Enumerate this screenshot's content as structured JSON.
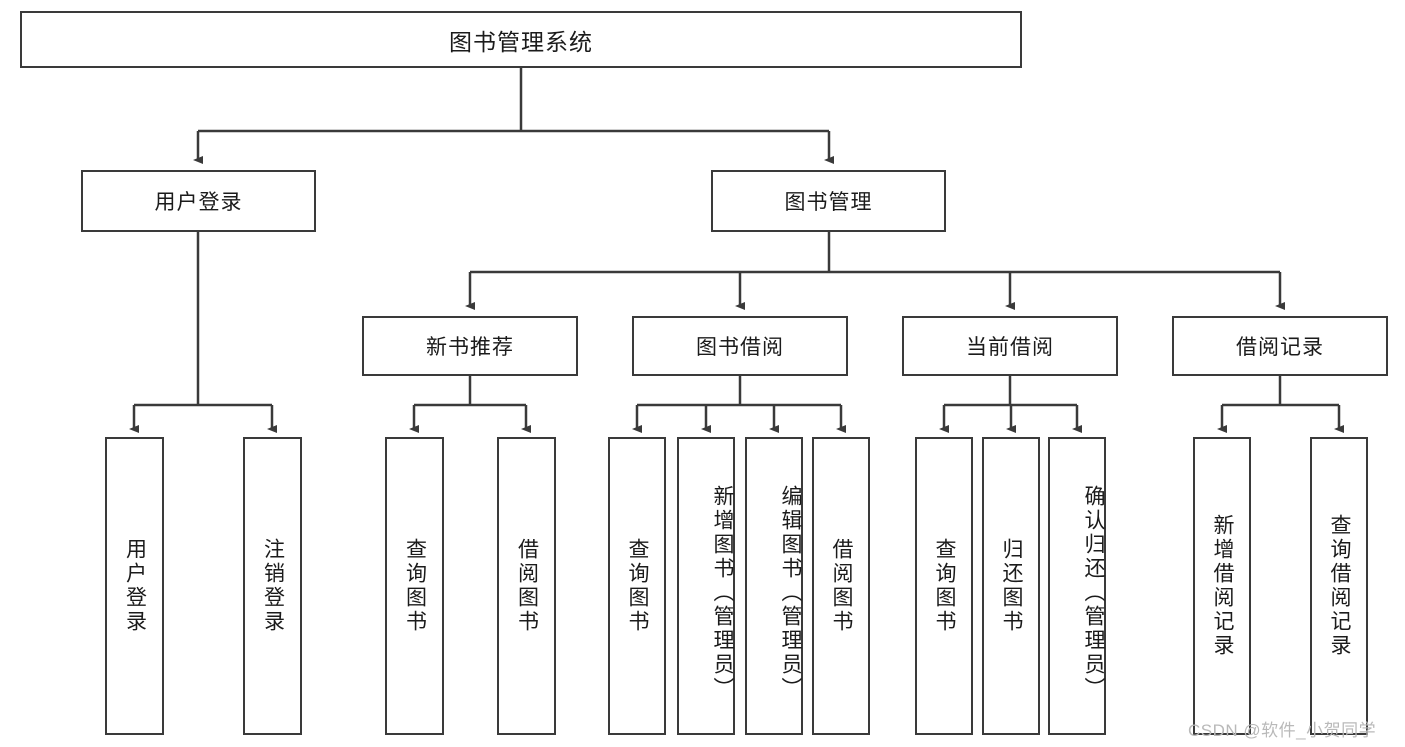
{
  "diagram": {
    "type": "tree",
    "title": "图书管理系统",
    "watermark": "CSDN @软件_小贺同学",
    "colors": {
      "box_border": "#3a3a3a",
      "box_fill": "#ffffff",
      "edge": "#3a3a3a",
      "text": "#1b1b1b",
      "watermark": "#b9b9b9"
    },
    "nodes": {
      "root": "图书管理系统",
      "level2": [
        "用户登录",
        "图书管理"
      ],
      "level3": [
        "新书推荐",
        "图书借阅",
        "当前借阅",
        "借阅记录"
      ],
      "leaves_user_login": [
        "用户登录",
        "注销登录"
      ],
      "leaves_new_book": [
        "查询图书",
        "借阅图书"
      ],
      "leaves_book_borrow": [
        "查询图书",
        "新增图书（管理员）",
        "编辑图书（管理员）",
        "借阅图书"
      ],
      "leaves_current_borrow": [
        "查询图书",
        "归还图书",
        "确认归还（管理员）"
      ],
      "leaves_borrow_record": [
        "新增借阅记录",
        "查询借阅记录"
      ]
    }
  }
}
